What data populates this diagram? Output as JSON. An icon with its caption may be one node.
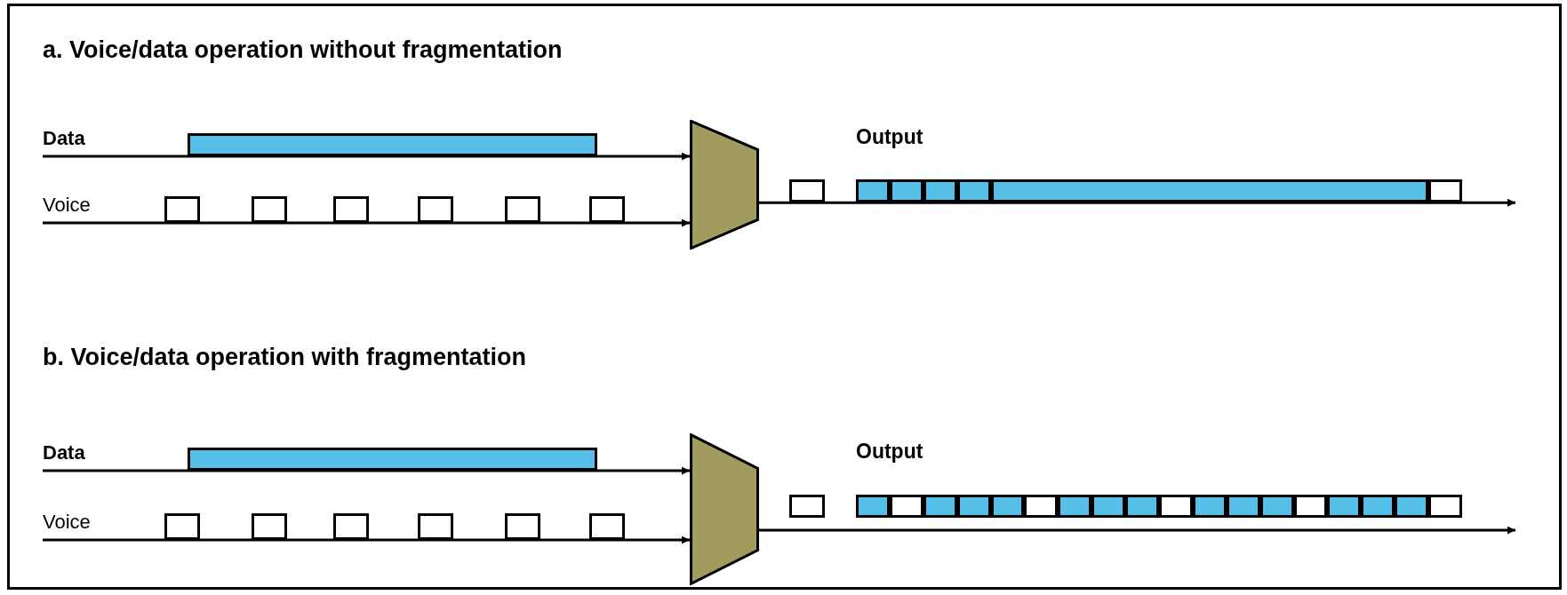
{
  "diagram": {
    "nodes": [
      {
        "text": [
          "Data"
        ]
      },
      {
        "text": [],
        "shape": "bar"
      },
      {
        "text": [
          "Voice"
        ]
      },
      {
        "text": [],
        "shape": "box"
      },
      {
        "text": [],
        "shape": "box"
      },
      {
        "text": [],
        "shape": "box"
      },
      {
        "text": [],
        "shape": "box"
      },
      {
        "text": [],
        "shape": "box"
      },
      {
        "text": [],
        "shape": "box"
      },
      {
        "text": [],
        "shape": "trapezoid"
      },
      {
        "text": [],
        "shape": "box"
      },
      {
        "text": [],
        "shape": "bar"
      },
      {
        "text": [],
        "shape": "bar"
      },
      {
        "text": [],
        "shape": "bar"
      },
      {
        "text": [],
        "shape": "bar"
      },
      {
        "text": [],
        "shape": "bar"
      },
      {
        "text": [],
        "shape": "box"
      },
      {
        "text": [
          "Data"
        ]
      },
      {
        "text": [],
        "shape": "bar"
      },
      {
        "text": [
          "Voice"
        ]
      },
      {
        "text": [],
        "shape": "box"
      },
      {
        "text": [],
        "shape": "box"
      },
      {
        "text": [],
        "shape": "box"
      },
      {
        "text": [],
        "shape": "box"
      },
      {
        "text": [],
        "shape": "box"
      },
      {
        "text": [],
        "shape": "box"
      },
      {
        "text": [],
        "shape": "trapezoid"
      },
      {
        "text": [],
        "shape": "box"
      },
      {
        "text": [],
        "shape": "bar"
      },
      {
        "text": [],
        "shape": "box"
      },
      {
        "text": [],
        "shape": "bar"
      },
      {
        "text": [],
        "shape": "bar"
      },
      {
        "text": [],
        "shape": "bar"
      },
      {
        "text": [],
        "shape": "box"
      },
      {
        "text": [],
        "shape": "bar"
      },
      {
        "text": [],
        "shape": "bar"
      },
      {
        "text": [],
        "shape": "bar"
      },
      {
        "text": [],
        "shape": "box"
      },
      {
        "text": [],
        "shape": "bar"
      },
      {
        "text": [],
        "shape": "bar"
      },
      {
        "text": [],
        "shape": "bar"
      },
      {
        "text": [],
        "shape": "box"
      },
      {
        "text": [],
        "shape": "bar"
      },
      {
        "text": [],
        "shape": "bar"
      },
      {
        "text": [],
        "shape": "bar"
      },
      {
        "text": [],
        "shape": "box"
      }
    ],
    "edges": [
      {
        "from": 0,
        "to": 9,
        "arrow": "to"
      },
      {
        "from": 2,
        "to": 9,
        "arrow": "to"
      },
      {
        "from": 9,
        "to": null,
        "arrow": "to"
      },
      {
        "from": 17,
        "to": 26,
        "arrow": "to"
      },
      {
        "from": 19,
        "to": 26,
        "arrow": "to"
      },
      {
        "from": 26,
        "to": null,
        "arrow": "to"
      }
    ],
    "labels": [
      "a. Voice/data operation without fragmentation",
      "Output",
      "b. Voice/data operation with fragmentation",
      "Output"
    ]
  }
}
